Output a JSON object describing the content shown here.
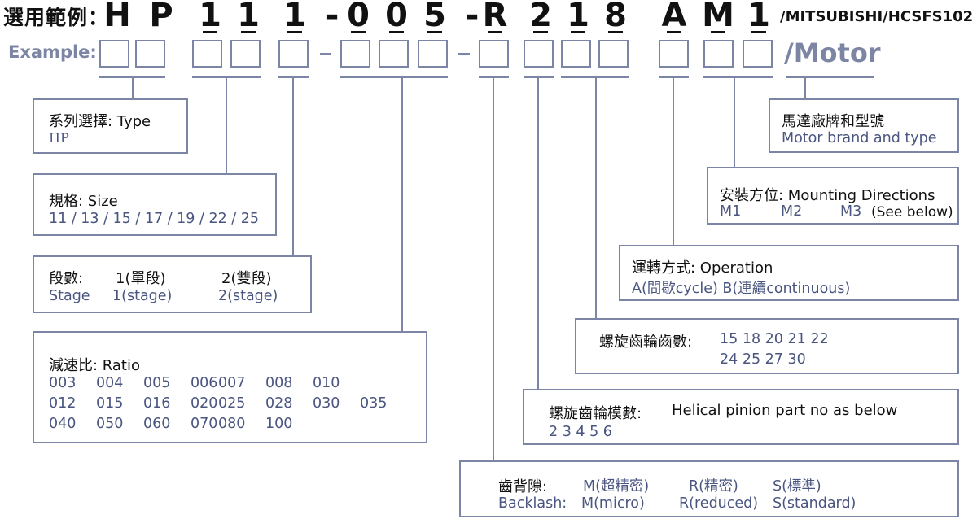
{
  "header": {
    "title_label": "選用範例：",
    "code_chars": [
      "H",
      "P",
      "1",
      "1",
      "1",
      "-",
      "0",
      "0",
      "5",
      "-",
      "R",
      "2",
      "1",
      "8",
      "A",
      "M",
      "1"
    ],
    "suffix": "/MITSUBISHI/HCSFS102"
  },
  "example": {
    "label": "Example:",
    "motor_word": "/Motor"
  },
  "boxes": {
    "type": {
      "title": "系列選擇: Type",
      "value": "HP"
    },
    "size": {
      "title": "規格: Size",
      "values": "11 / 13 / 15 / 17 / 19 / 22 / 25"
    },
    "stage": {
      "title": "段數:",
      "opt1_zh": "1(單段)",
      "opt2_zh": "2(雙段)",
      "label_en": "Stage",
      "opt1_en": "1(stage)",
      "opt2_en": "2(stage)"
    },
    "ratio": {
      "title": "減速比: Ratio",
      "rows": [
        [
          "003",
          "004",
          "005",
          "006",
          "007",
          "008",
          "010"
        ],
        [
          "012",
          "015",
          "016",
          "020",
          "025",
          "028",
          "030",
          "035"
        ],
        [
          "040",
          "050",
          "060",
          "070",
          "080",
          "100"
        ]
      ]
    },
    "motor": {
      "title": "馬達廠牌和型號",
      "subtitle": "Motor brand and type"
    },
    "mounting": {
      "title": "安裝方位: Mounting Directions",
      "m1": "M1",
      "m2": "M2",
      "m3": "M3",
      "note": "(See below)"
    },
    "operation": {
      "title": "運轉方式: Operation",
      "options": "A(間歇cycle)  B(連續continuous)"
    },
    "teeth": {
      "title": "螺旋齒輪齒數:",
      "row1": "15  18  20  21  22",
      "row2": "24  25  27  30"
    },
    "module": {
      "title": "螺旋齒輪模數:",
      "title_en": "Helical pinion part no as below",
      "values": "2  3  4  5  6"
    },
    "backlash": {
      "title": "齒背隙:",
      "zh_m": "M(超精密)",
      "zh_r": "R(精密)",
      "zh_s": "S(標準)",
      "label_en": "Backlash:",
      "en_m": "M(micro)",
      "en_r": "R(reduced)",
      "en_s": "S(standard)"
    }
  },
  "colors": {
    "accent": "#7c85a4",
    "value_text": "#4a5580",
    "text": "#111111"
  }
}
